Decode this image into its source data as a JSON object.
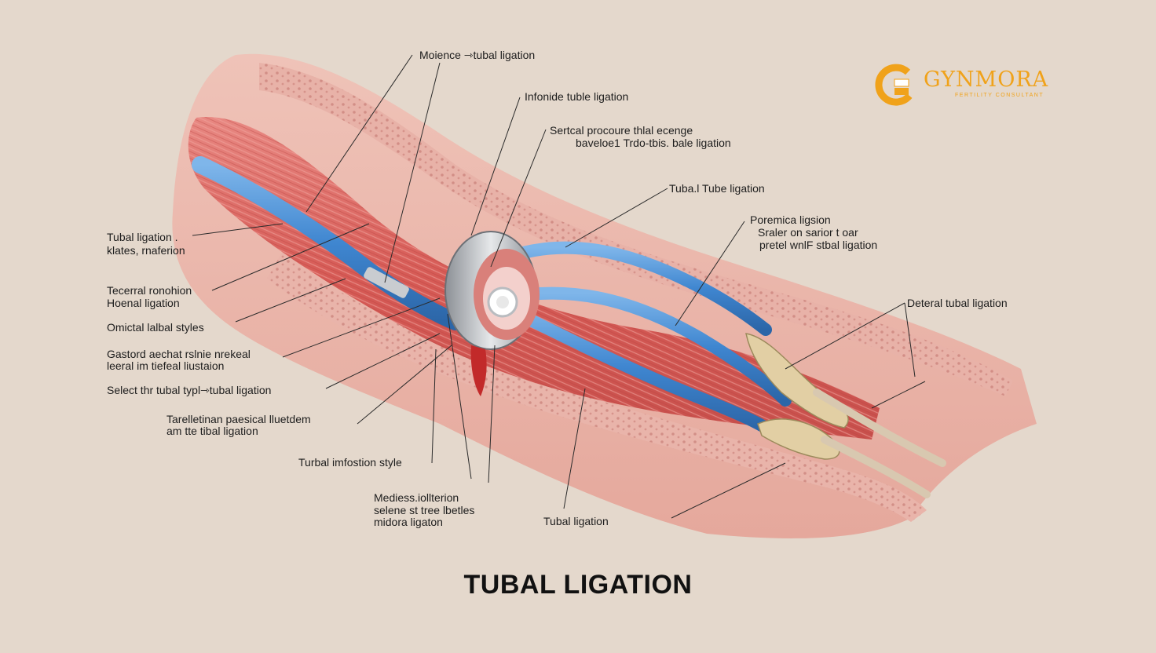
{
  "title": "TUBAL LIGATION",
  "brand": {
    "name": "GYNMORA",
    "tagline": "FERTILITY CONSULTANT",
    "logo_letter": "G",
    "color": "#f0a21a"
  },
  "labels": {
    "l1": "Moience ⇾tubal ligation",
    "l2": "Infonide tuble ligation",
    "l3a": "Sertcal procoure thlal ecenge",
    "l3b": "baveloe1 Trdo-tbis. bale ligation",
    "l4": "Tuba.l Tube ligation",
    "l5a": "Poremica ligsion",
    "l5b": "Sraler on sarior t oar",
    "l5c": "pretel wnlF stbal ligation",
    "l6": "Deteral tubal ligation",
    "l7a": "Tubal ligation .",
    "l7b": "klates, rnaferion",
    "l8a": "Tecerral ronohion",
    "l8b": "Hoenal ligation",
    "l9": "Omictal lalbal styles",
    "l10a": "Gastord aechat rslnie nrekeal",
    "l10b": "leeral im tiefeal liustaion",
    "l11": "Select thr tubal typl⇾tubal ligation",
    "l12a": "Tarelletinan paesical lluetdem",
    "l12b": "am tte tibal ligation",
    "l13": "Turbal imfostion style",
    "l14a": "Mediess.iollterion",
    "l14b": "selene st tree lbetles",
    "l14c": "midora ligaton",
    "l15": "Tubal ligation"
  },
  "colors": {
    "background": "#e4d8cc",
    "muscle": "#d9685f",
    "tissue": "#e8a49a",
    "tube": "#4a8fd6",
    "clip": "#b9bcc0",
    "fimbria": "#e2cfa4"
  }
}
